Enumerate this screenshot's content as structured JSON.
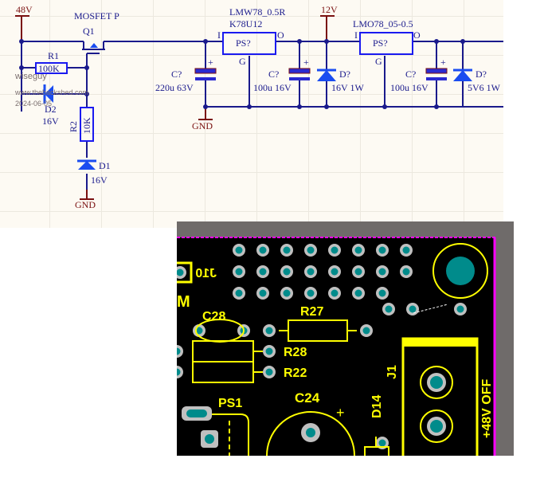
{
  "schematic": {
    "nets": {
      "v48": "48V",
      "v12": "12V",
      "gnd1": "GND",
      "gnd2": "GND"
    },
    "q1": {
      "type": "MOSFET P",
      "ref": "Q1"
    },
    "r1": {
      "ref": "R1",
      "value": "100K"
    },
    "r2": {
      "ref": "R2",
      "value": "10K"
    },
    "d1": {
      "ref": "D1",
      "value": "16V"
    },
    "d2": {
      "ref": "D2",
      "value": "16V"
    },
    "reg1": {
      "part": "LMW78_0.5R",
      "alt": "K78U12",
      "ref": "PS?",
      "pin_i": "I",
      "pin_o": "O",
      "pin_g": "G"
    },
    "reg2": {
      "part": "LMO78_05-0.5",
      "ref": "PS?",
      "pin_i": "I",
      "pin_o": "O",
      "pin_g": "G"
    },
    "c_in": {
      "ref": "C?",
      "value": "220u 63V"
    },
    "c_mid": {
      "ref": "C?",
      "value": "100u 16V"
    },
    "d_mid": {
      "ref": "D?",
      "value": "16V 1W"
    },
    "c_out": {
      "ref": "C?",
      "value": "100u 16V"
    },
    "d_out": {
      "ref": "D?",
      "value": "5V6 1W"
    },
    "cap_plus": "+"
  },
  "watermark": {
    "user": "wiseguy",
    "site": "www.thebackshed.com",
    "date": "2024-06-05"
  },
  "pcb": {
    "labels": {
      "j10": "J10",
      "m": "M",
      "c28": "C28",
      "r27": "R27",
      "r28": "R28",
      "r22": "R22",
      "ps1": "PS1",
      "c24": "C24",
      "d14": "D14",
      "j1": "J1",
      "switch": "+48V OFF",
      "plus": "+"
    },
    "colors": {
      "board": "#000000",
      "silk": "#ffff00",
      "pad": "#c0c0c0",
      "hole": "#008b8b",
      "outline": "#ff00ff",
      "bg": "#6f6b6a"
    }
  }
}
